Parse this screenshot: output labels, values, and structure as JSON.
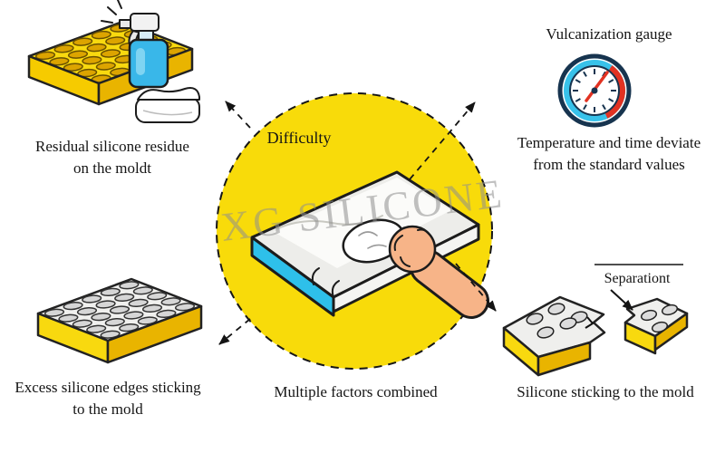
{
  "watermark": "XG SILICONE",
  "center": {
    "label": "Difficulty",
    "caption": "Multiple factors combined"
  },
  "top_left": {
    "line1": "Residual silicone residue",
    "line2": "on the moldt"
  },
  "top_right": {
    "title": "Vulcanization gauge",
    "line1": "Temperature and time deviate",
    "line2": "from the standard values"
  },
  "bottom_left": {
    "line1": "Excess silicone edges sticking",
    "line2": "to the mold"
  },
  "bottom_right": {
    "separation_label": "Separationt",
    "caption": "Silicone sticking to the mold"
  },
  "colors": {
    "accent_yellow": "#F8D90F",
    "accent_cyan": "#2EC0EA",
    "gauge_red": "#E23222",
    "gauge_navy": "#17344F",
    "skin": "#F7B488",
    "outline": "#1C1C1C",
    "watermark_gray": "#8F8F8F"
  }
}
